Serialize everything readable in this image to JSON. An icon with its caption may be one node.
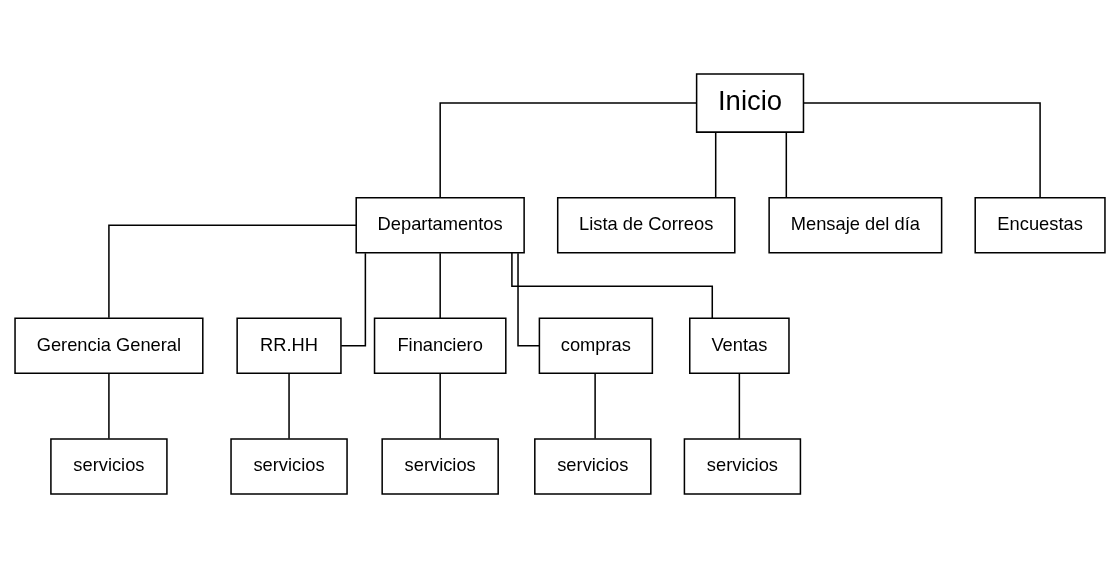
{
  "diagram": {
    "nodes": [
      {
        "text": [
          "Inicio"
        ]
      },
      {
        "text": [
          "Departamentos"
        ]
      },
      {
        "text": [
          "Lista de Correos"
        ]
      },
      {
        "text": [
          "Mensaje del día"
        ]
      },
      {
        "text": [
          "Encuestas"
        ]
      },
      {
        "text": [
          "Gerencia General"
        ]
      },
      {
        "text": [
          "RR.HH"
        ]
      },
      {
        "text": [
          "Financiero"
        ]
      },
      {
        "text": [
          "compras"
        ]
      },
      {
        "text": [
          "Ventas"
        ]
      },
      {
        "text": [
          "servicios"
        ]
      },
      {
        "text": [
          "servicios"
        ]
      },
      {
        "text": [
          "servicios"
        ]
      },
      {
        "text": [
          "servicios"
        ]
      },
      {
        "text": [
          "servicios"
        ]
      }
    ],
    "edges": [
      {
        "from": 0,
        "to": 1,
        "arrow": "none"
      },
      {
        "from": 0,
        "to": 2,
        "arrow": "none"
      },
      {
        "from": 0,
        "to": 3,
        "arrow": "none"
      },
      {
        "from": 0,
        "to": 4,
        "arrow": "none"
      },
      {
        "from": 1,
        "to": 5,
        "arrow": "none"
      },
      {
        "from": 1,
        "to": 6,
        "arrow": "none"
      },
      {
        "from": 1,
        "to": 7,
        "arrow": "none"
      },
      {
        "from": 1,
        "to": 8,
        "arrow": "none"
      },
      {
        "from": 1,
        "to": 9,
        "arrow": "none"
      },
      {
        "from": 5,
        "to": 10,
        "arrow": "none"
      },
      {
        "from": 6,
        "to": 11,
        "arrow": "none"
      },
      {
        "from": 7,
        "to": 12,
        "arrow": "none"
      },
      {
        "from": 8,
        "to": 13,
        "arrow": "none"
      },
      {
        "from": 9,
        "to": 14,
        "arrow": "none"
      }
    ]
  }
}
